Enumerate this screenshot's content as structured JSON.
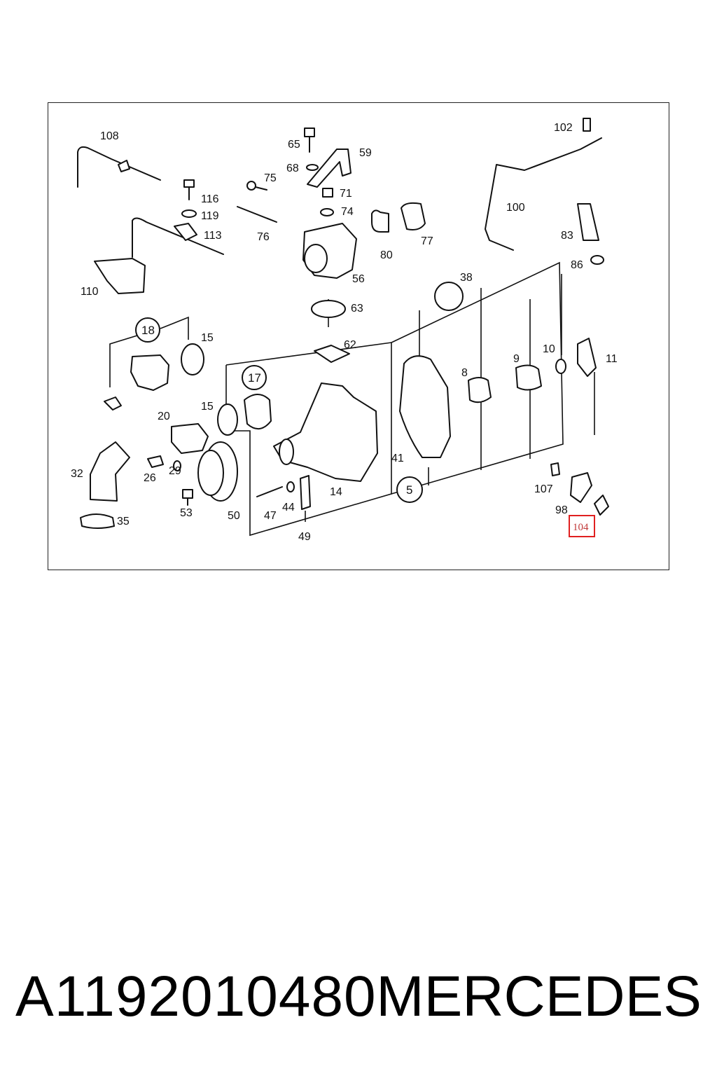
{
  "diagram": {
    "callouts": [
      "108",
      "65",
      "59",
      "68",
      "75",
      "71",
      "74",
      "116",
      "119",
      "113",
      "76",
      "80",
      "77",
      "56",
      "102",
      "100",
      "83",
      "86",
      "110",
      "38",
      "63",
      "62",
      "18",
      "15",
      "17",
      "15",
      "10",
      "9",
      "11",
      "8",
      "20",
      "41",
      "32",
      "29",
      "26",
      "5",
      "107",
      "98",
      "35",
      "53",
      "50",
      "47",
      "44",
      "14",
      "49",
      "104"
    ],
    "highlighted_part": "104"
  },
  "footer": {
    "part_number": "A1192010480",
    "brand": "MERCEDES"
  },
  "colors": {
    "highlight": "#e02020",
    "highlight_text": "#c13a3a",
    "line": "#111111"
  }
}
